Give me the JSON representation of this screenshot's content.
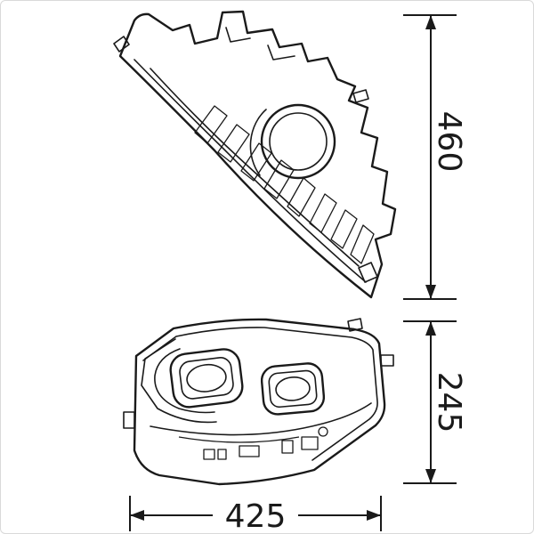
{
  "drawing": {
    "type": "headlight-dimension-diagram",
    "views": {
      "top": "headlight-side-profile-view",
      "bottom": "headlight-front-view"
    },
    "dimensions": {
      "side_height": "460",
      "front_height": "245",
      "width": "425"
    },
    "colors": {
      "line": "#1a1a1a",
      "background": "#ffffff",
      "frame_border": "#d9d9d9"
    }
  }
}
